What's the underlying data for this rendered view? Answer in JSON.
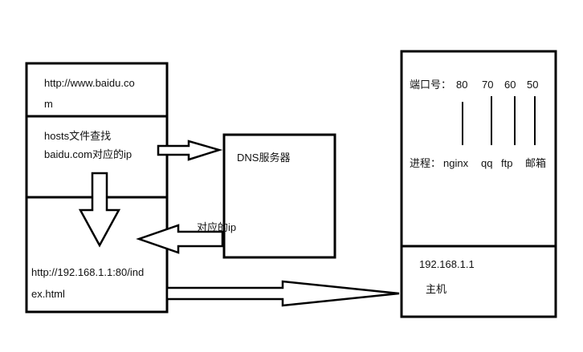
{
  "browser_box": {
    "url_line1": "http://www.baidu.co",
    "url_line2": "m",
    "hosts_line1": "hosts文件查找",
    "hosts_line2": "baidu.com对应的ip",
    "resolved_line1": "http://192.168.1.1:80/ind",
    "resolved_line2": "ex.html"
  },
  "dns_box": {
    "title": "DNS服务器",
    "return_label": "对应的ip"
  },
  "host_box": {
    "port_label": "端口号：",
    "ports": [
      "80",
      "70",
      "60",
      "50"
    ],
    "process_label": "进程：",
    "processes": [
      "nginx",
      "qq",
      "ftp",
      "邮箱"
    ],
    "ip": "192.168.1.1",
    "caption": "主机"
  }
}
